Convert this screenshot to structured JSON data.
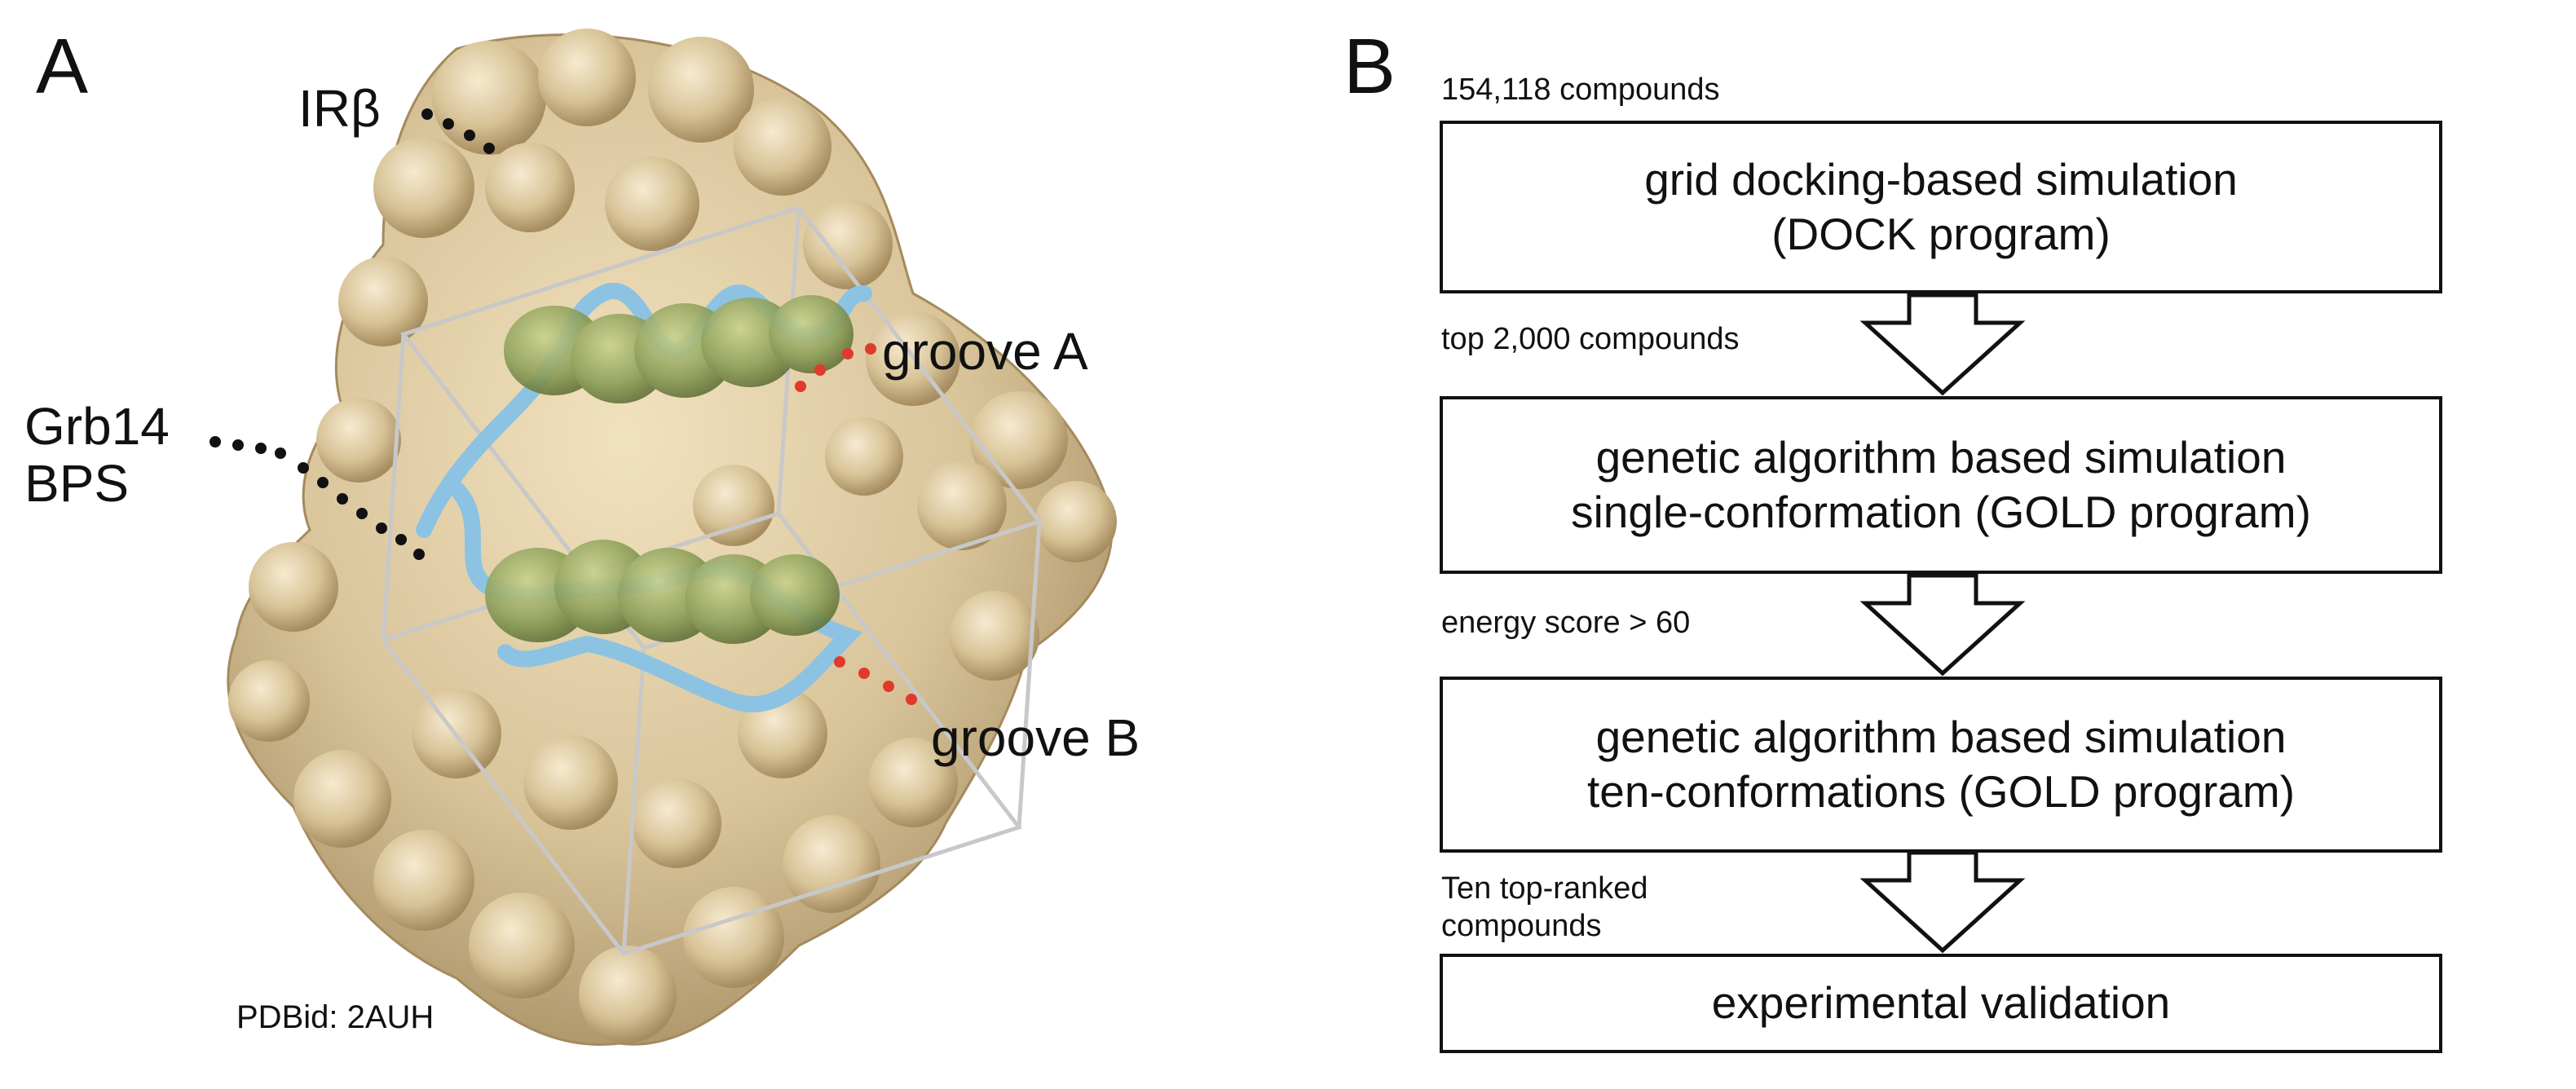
{
  "panel_a": {
    "letter": "A",
    "irb_label": "IRβ",
    "groove_a_label": "groove A",
    "groove_b_label": "groove B",
    "grb_label_line1": "Grb14",
    "grb_label_line2": "BPS",
    "pdb_label": "PDBid: 2AUH",
    "colors": {
      "surface": "#d9c49a",
      "helix": "#8cc3e3",
      "ligand": "#8ea05a",
      "groove_dots": "#e03a2a"
    }
  },
  "panel_b": {
    "letter": "B",
    "input_note": "154,118 compounds",
    "step1_line1": "grid docking-based simulation",
    "step1_line2": "(DOCK program)",
    "note1": "top 2,000 compounds",
    "step2_line1": "genetic algorithm based simulation",
    "step2_line2": "single-conformation (GOLD program)",
    "note2": "energy score > 60",
    "step3_line1": "genetic algorithm based simulation",
    "step3_line2": "ten-conformations (GOLD program)",
    "note3_line1": "Ten top-ranked",
    "note3_line2": "compounds",
    "step4": "experimental validation"
  }
}
